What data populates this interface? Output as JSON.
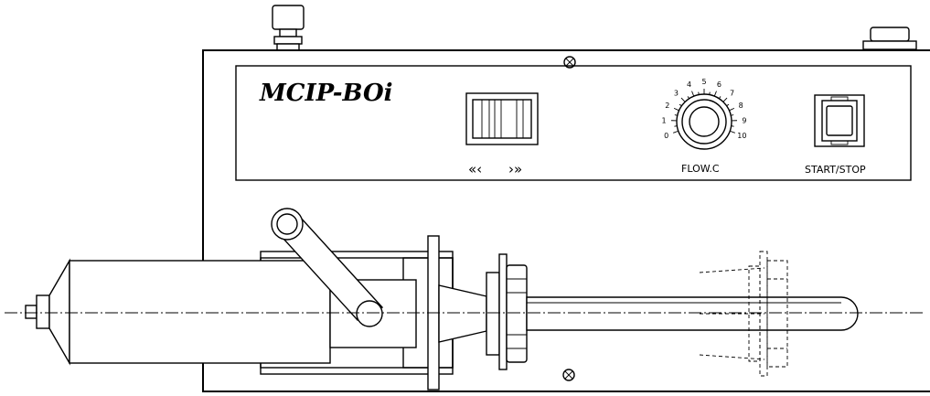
{
  "panel": {
    "brand": "MCIP-BOi",
    "switch_left_label": "«‹",
    "switch_right_label": "›»",
    "flow_label": "FLOW.C",
    "start_stop_label": "START/STOP"
  },
  "dial": {
    "scale": [
      "0",
      "1",
      "2",
      "3",
      "4",
      "5",
      "6",
      "7",
      "8",
      "9",
      "10"
    ]
  }
}
